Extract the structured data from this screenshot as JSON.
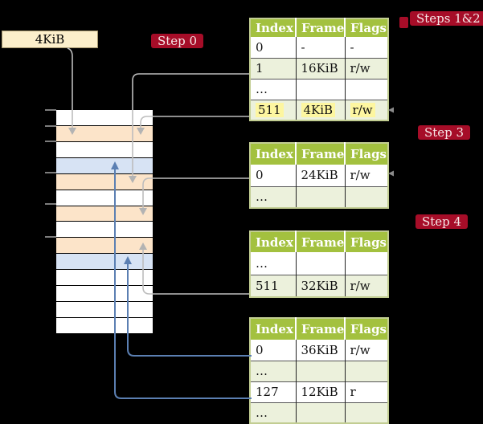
{
  "colors": {
    "red": "#a60d28",
    "header-green": "#a3c13f",
    "row-green": "#ecf1dc",
    "table-border": "#c2cd92",
    "peach": "#fce4c9",
    "lightblue": "#d7e3f4",
    "cream": "#fcefcb",
    "highlight-yellow": "#fdf6a0",
    "gray-line": "#bdbdbd",
    "blue-line": "#5b7fb2"
  },
  "labels": {
    "block": "4KiB",
    "step0": "Step 0",
    "steps12": "Steps 1&2",
    "step3": "Step 3",
    "step4": "Step 4"
  },
  "table_headers": [
    "Index",
    "Frame",
    "Flags"
  ],
  "tables": [
    {
      "rows": [
        {
          "index": "0",
          "frame": "-",
          "flags": "-"
        },
        {
          "index": "1",
          "frame": "16KiB",
          "flags": "r/w"
        },
        {
          "index": "…",
          "frame": "",
          "flags": ""
        },
        {
          "index": "511",
          "frame": "4KiB",
          "flags": "r/w"
        }
      ]
    },
    {
      "rows": [
        {
          "index": "0",
          "frame": "24KiB",
          "flags": "r/w"
        },
        {
          "index": "…",
          "frame": "",
          "flags": ""
        }
      ]
    },
    {
      "rows": [
        {
          "index": "…",
          "frame": "",
          "flags": ""
        },
        {
          "index": "511",
          "frame": "32KiB",
          "flags": "r/w"
        }
      ]
    },
    {
      "rows": [
        {
          "index": "0",
          "frame": "36KiB",
          "flags": "r/w"
        },
        {
          "index": "…",
          "frame": "",
          "flags": ""
        },
        {
          "index": "127",
          "frame": "12KiB",
          "flags": "r"
        },
        {
          "index": "…",
          "frame": "",
          "flags": ""
        }
      ]
    }
  ],
  "memory_strip": {
    "rows": [
      "white",
      "peach",
      "white",
      "blue",
      "peach",
      "white",
      "peach",
      "white",
      "peach",
      "blue",
      "white",
      "white",
      "white",
      "white"
    ]
  }
}
